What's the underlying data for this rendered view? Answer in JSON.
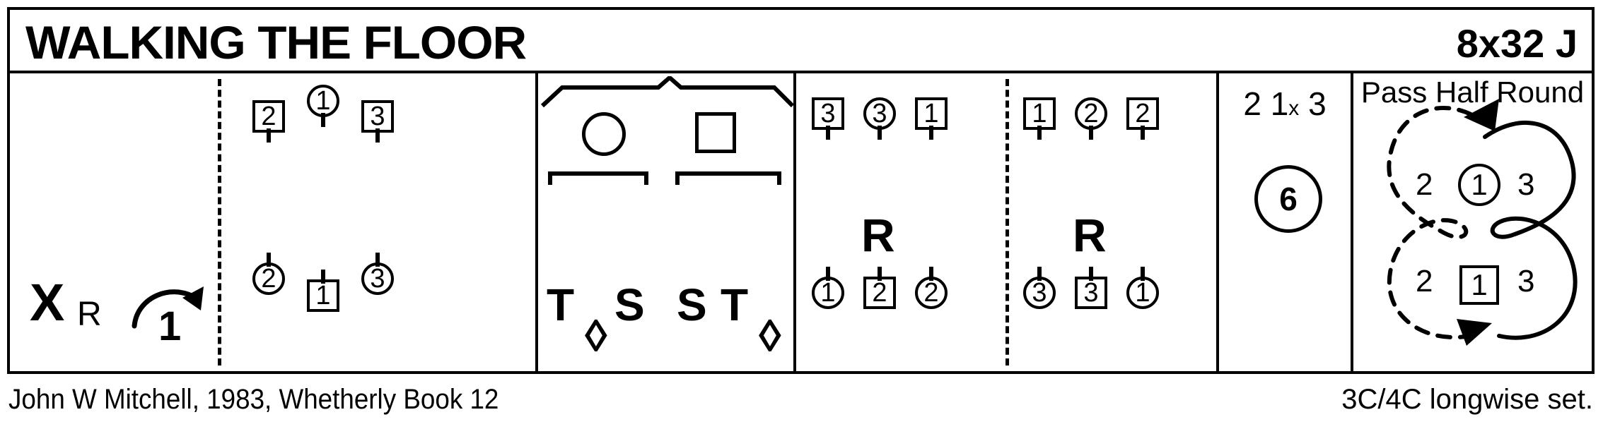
{
  "header": {
    "title": "WALKING THE FLOOR",
    "meta": "8x32 J"
  },
  "footer": {
    "devised": "John W Mitchell, 1983, Whetherly Book 12",
    "setting": "3C/4C longwise set."
  },
  "cells": {
    "intro": {
      "name": "cross-and-turn",
      "cross_symbol": "X",
      "cross_hand": "R",
      "turn_count": "1",
      "turn_arrow_icon": "clockwise-arc-arrow-icon"
    },
    "figure": {
      "name": "set-positions",
      "top_row": [
        {
          "label": "2",
          "shape": "square",
          "tail": "down"
        },
        {
          "label": "1",
          "shape": "circle",
          "tail": "down"
        },
        {
          "label": "3",
          "shape": "square",
          "tail": "down"
        }
      ],
      "bottom_row": [
        {
          "label": "2",
          "shape": "circle",
          "tail": "up"
        },
        {
          "label": "1",
          "shape": "square",
          "tail": "up"
        },
        {
          "label": "3",
          "shape": "circle",
          "tail": "up"
        }
      ]
    },
    "tsst": {
      "name": "turn-set-set-turn",
      "shapes": [
        {
          "icon": "circle-outline-icon"
        },
        {
          "icon": "square-outline-icon"
        }
      ],
      "letters": [
        {
          "text": "T",
          "diamond": true
        },
        {
          "text": "S",
          "diamond": false
        },
        {
          "text": "S",
          "diamond": false
        },
        {
          "text": "T",
          "diamond": true
        }
      ],
      "diamond_glyph": "◊",
      "bracket_icon": "peaked-span-bracket-icon",
      "subbracket_icon": "span-bracket-icon"
    },
    "reel1": {
      "name": "reel-of-three-first",
      "letter": "R",
      "top_row": [
        {
          "label": "3",
          "shape": "square",
          "tail": "down"
        },
        {
          "label": "3",
          "shape": "circle",
          "tail": "down"
        },
        {
          "label": "1",
          "shape": "square",
          "tail": "down"
        }
      ],
      "bottom_row": [
        {
          "label": "1",
          "shape": "circle",
          "tail": "up"
        },
        {
          "label": "2",
          "shape": "square",
          "tail": "up"
        },
        {
          "label": "2",
          "shape": "circle",
          "tail": "up"
        }
      ]
    },
    "reel2": {
      "name": "reel-of-three-second",
      "letter": "R",
      "top_row": [
        {
          "label": "1",
          "shape": "square",
          "tail": "down"
        },
        {
          "label": "2",
          "shape": "circle",
          "tail": "down"
        },
        {
          "label": "2",
          "shape": "square",
          "tail": "down"
        }
      ],
      "bottom_row": [
        {
          "label": "3",
          "shape": "circle",
          "tail": "up"
        },
        {
          "label": "3",
          "shape": "square",
          "tail": "up"
        },
        {
          "label": "1",
          "shape": "circle",
          "tail": "up"
        }
      ]
    },
    "count": {
      "name": "order-and-bars",
      "order_prefix": "2 1",
      "order_x": "x",
      "order_suffix": "3",
      "bars": "6"
    },
    "pass": {
      "name": "pass-half-round",
      "label": "Pass Half Round",
      "top_row": [
        {
          "label": "2",
          "shape": "plain"
        },
        {
          "label": "1",
          "shape": "circle"
        },
        {
          "label": "3",
          "shape": "plain"
        }
      ],
      "bottom_row": [
        {
          "label": "2",
          "shape": "plain"
        },
        {
          "label": "1",
          "shape": "square"
        },
        {
          "label": "3",
          "shape": "plain"
        }
      ],
      "tracks": [
        {
          "style": "dashed",
          "arrow": "right"
        },
        {
          "style": "solid",
          "arrow": "left"
        }
      ]
    }
  },
  "colors": {
    "ink": "#000000",
    "paper": "#ffffff"
  }
}
